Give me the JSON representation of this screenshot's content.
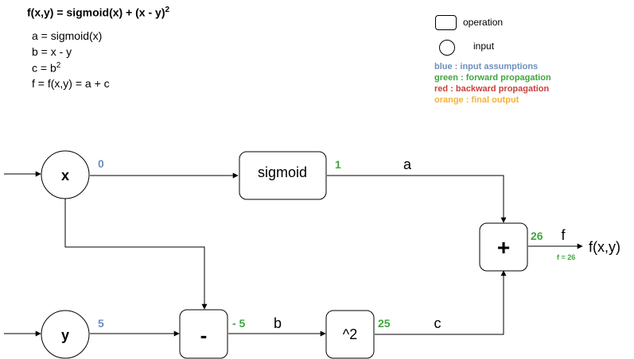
{
  "header": {
    "title": "f(x,y) = sigmoid(x) + (x - y)",
    "title_exp": "2",
    "equations": [
      {
        "text": "a = sigmoid(x)",
        "exp": ""
      },
      {
        "text": "b = x - y",
        "exp": ""
      },
      {
        "text": "c = b",
        "exp": "2"
      },
      {
        "text": "f = f(x,y) = a + c",
        "exp": ""
      }
    ]
  },
  "legend": {
    "operation_label": "operation",
    "input_label": "input",
    "colors": [
      {
        "text": "blue : input assumptions",
        "color": "#6c8ebf"
      },
      {
        "text": "green : forward propagation",
        "color": "#3ea63e"
      },
      {
        "text": "red : backward propagation",
        "color": "#c9403c"
      },
      {
        "text": "orange : final output",
        "color": "#f5b335"
      }
    ]
  },
  "nodes": {
    "x": "x",
    "y": "y",
    "sigmoid": "sigmoid",
    "minus": "-",
    "square": "^2",
    "plus": "+"
  },
  "values": {
    "x": "0",
    "y": "5",
    "a": "1",
    "b": "- 5",
    "c": "25",
    "f": "26",
    "f_final": "f = 26"
  },
  "edge_labels": {
    "a": "a",
    "b": "b",
    "c": "c",
    "f": "f"
  },
  "output_label": "f(x,y)",
  "colors": {
    "input": "#6c8ebf",
    "forward": "#3ea63e"
  }
}
